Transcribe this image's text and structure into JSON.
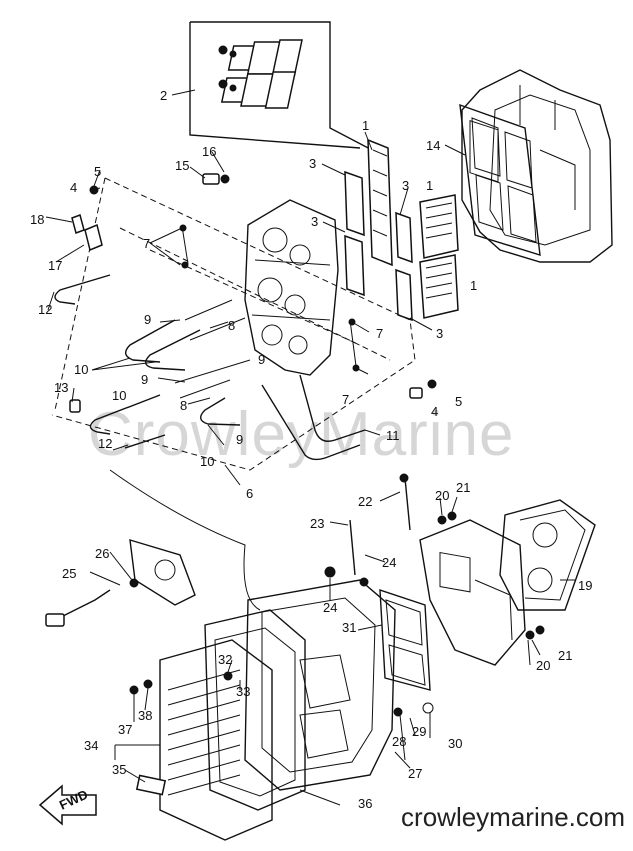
{
  "watermark": "CrowleyMarine",
  "footer": "crowleymarine.com",
  "direction_label": "FWD",
  "callouts": [
    "1",
    "2",
    "3",
    "4",
    "5",
    "6",
    "7",
    "8",
    "9",
    "10",
    "11",
    "12",
    "13",
    "14",
    "15",
    "16",
    "17",
    "18",
    "19",
    "20",
    "21",
    "22",
    "23",
    "24",
    "25",
    "26",
    "27",
    "28",
    "29",
    "30",
    "31",
    "32",
    "33",
    "34",
    "35",
    "36",
    "37",
    "38"
  ]
}
